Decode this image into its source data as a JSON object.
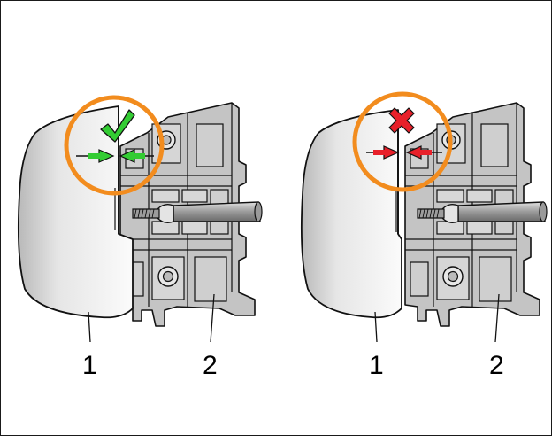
{
  "panels": [
    {
      "name": "correct",
      "status": "ok",
      "status_symbol": "check",
      "status_color": "#33cc33",
      "circle_color": "#f28c1e",
      "labels": {
        "part_1": "1",
        "part_2": "2"
      }
    },
    {
      "name": "incorrect",
      "status": "wrong",
      "status_symbol": "cross",
      "status_color": "#e8202a",
      "circle_color": "#f28c1e",
      "labels": {
        "part_1": "1",
        "part_2": "2"
      }
    }
  ],
  "colors": {
    "cover_fill_light": "#f4f4f4",
    "cover_fill_dark": "#c8c8c8",
    "terminal_fill": "#bdbdbd",
    "line": "#111111",
    "frame": "#1a1a1a"
  }
}
